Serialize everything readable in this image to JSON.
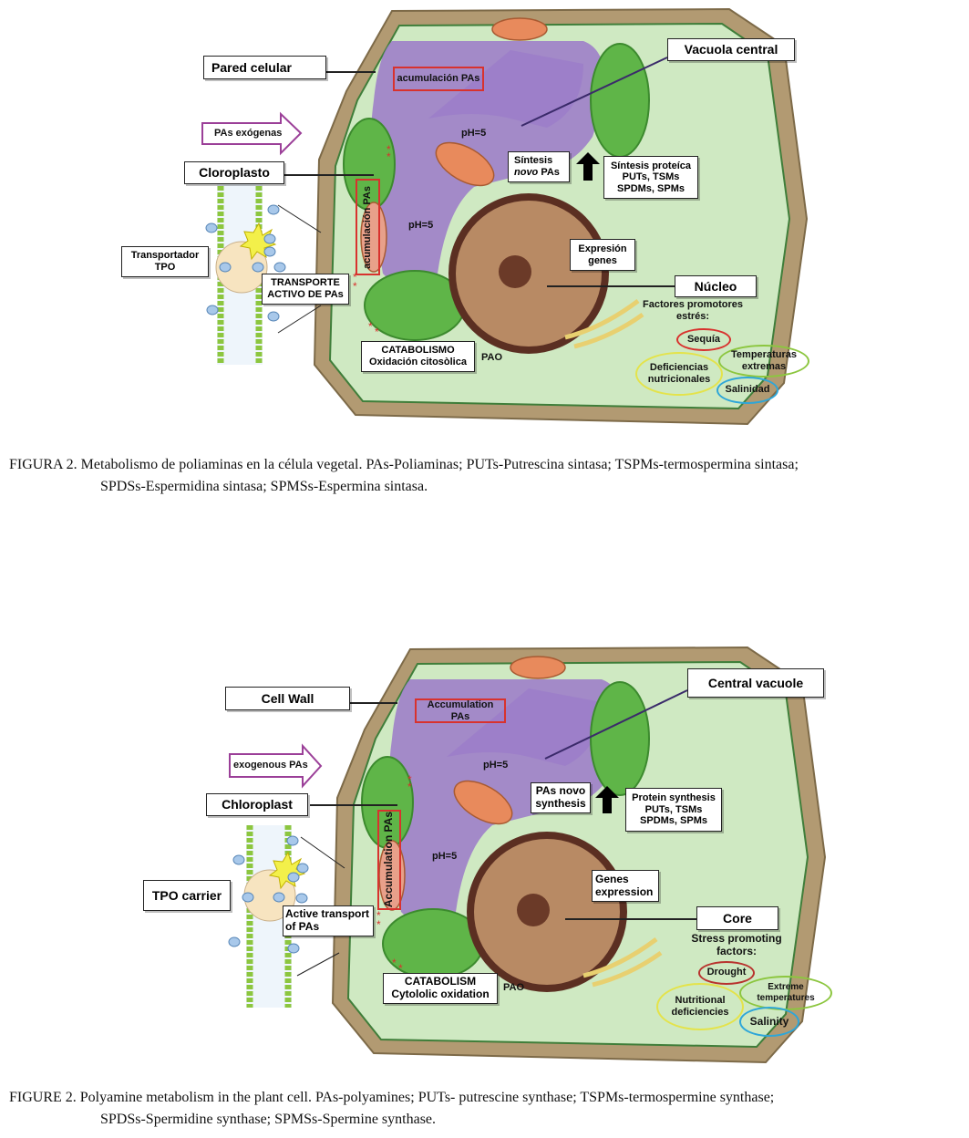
{
  "figure_es": {
    "labels": {
      "cell_wall": "Pared celular",
      "central_vacuole": "Vacuola central",
      "accumulation_top": "acumulación  PAs",
      "exogenous": "PAs exógenas",
      "chloroplast": "Cloroplasto",
      "accumulation_side": "acumulación  PAs",
      "ph_top": "pH=5",
      "ph_mid": "pH=5",
      "novo_synthesis_line1": "Síntesis",
      "novo_synthesis_line2_italic": "novo",
      "novo_synthesis_line2_rest": " PAs",
      "protein_synthesis": [
        "Síntesis proteíca",
        "PUTs, TSMs",
        "SPDMs, SPMs"
      ],
      "transporter": [
        "Transportador",
        "TPO"
      ],
      "active_transport": [
        "TRANSPORTE",
        "ACTIVO DE PAs"
      ],
      "gene_expression": [
        "Expresión",
        "genes"
      ],
      "nucleus": "Núcleo",
      "stress_title": [
        "Factores promotores",
        "estrés:"
      ],
      "catabolism": [
        "CATABOLISMO",
        "Oxidación citosòlica"
      ],
      "pao": "PAO"
    },
    "stress_factors": [
      {
        "label": "Sequía",
        "color": "#d8322e"
      },
      {
        "label": "Temperaturas extremas",
        "color": "#8cc63f"
      },
      {
        "label": "Deficiencias nutricionales",
        "color": "#e4e34a"
      },
      {
        "label": "Salinidad",
        "color": "#2ea6d8"
      }
    ],
    "caption": {
      "line1": "FIGURA 2. Metabolismo de poliaminas en la célula vegetal. PAs-Poliaminas; PUTs-Putrescina sintasa; TSPMs-termospermina sintasa;",
      "line2": "SPDSs-Espermidina sintasa; SPMSs-Espermina sintasa."
    }
  },
  "figure_en": {
    "labels": {
      "cell_wall": "Cell Wall",
      "central_vacuole": "Central vacuole",
      "accumulation_top": [
        "Accumulation",
        "PAs"
      ],
      "exogenous": "exogenous PAs",
      "chloroplast": "Chloroplast",
      "accumulation_side": [
        "Accumulation",
        "PAs"
      ],
      "ph_top": "pH=5",
      "ph_mid": "pH=5",
      "novo_synthesis": [
        "PAs novo",
        "synthesis"
      ],
      "protein_synthesis": [
        "Protein synthesis",
        "PUTs, TSMs",
        "SPDMs, SPMs"
      ],
      "transporter": "TPO carrier",
      "active_transport": [
        "Active transport",
        "of PAs"
      ],
      "gene_expression": [
        "Genes",
        "expression"
      ],
      "nucleus": "Core",
      "stress_title": [
        "Stress promoting",
        "factors:"
      ],
      "catabolism": [
        "CATABOLISM",
        "Cytololic oxidation"
      ],
      "pao": "PAO"
    },
    "stress_factors": [
      {
        "label": "Drought",
        "color": "#b8322e"
      },
      {
        "label": "Extreme temperatures",
        "color": "#8cc63f"
      },
      {
        "label": "Nutritional deficiencies",
        "color": "#e4e34a"
      },
      {
        "label": "Salinity",
        "color": "#2ea6d8"
      }
    ],
    "caption": {
      "line1": "FIGURE 2. Polyamine metabolism in the plant cell. PAs-polyamines; PUTs- putrescine synthase; TSPMs-termospermine synthase;",
      "line2": "SPDSs-Spermidine synthase; SPMSs-Spermine synthase."
    }
  },
  "colors": {
    "wall": "#b29a72",
    "cytoplasm": "#cfe9c2",
    "vacuole": "#9d7fc9",
    "chloroplast": "#5fb548",
    "nucleus": "#b88a64",
    "mitochondria": "#e88a5c",
    "accent_red": "#d8322e",
    "exogenous_arrow": "#9b3f98"
  }
}
